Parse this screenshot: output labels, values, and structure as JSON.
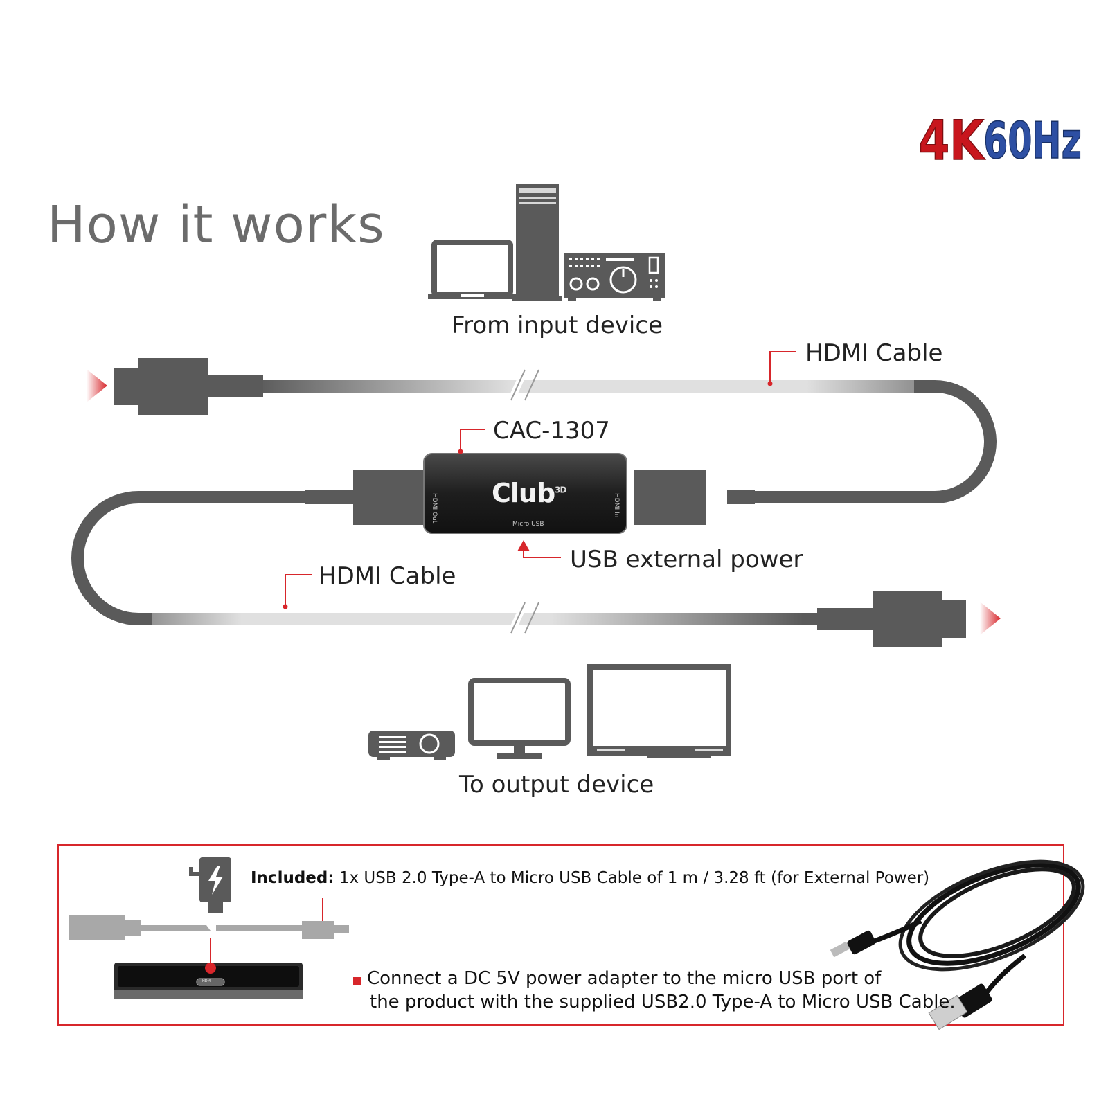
{
  "badge": {
    "left": "4K",
    "right": "60Hz"
  },
  "title": "How it works",
  "labels": {
    "input_device": "From input device",
    "output_device": "To output device",
    "hdmi_cable_top": "HDMI Cable",
    "hdmi_cable_bottom": "HDMI Cable",
    "product_model": "CAC-1307",
    "usb_power": "USB  external power"
  },
  "adapter": {
    "brand": "Club",
    "brand_sup": "3D",
    "port_left": "HDMI Out",
    "port_right": "HDMI In",
    "port_bottom": "Micro USB"
  },
  "included_box": {
    "included_label": "Included:",
    "included_text": "1x USB 2.0 Type-A to Micro USB Cable of 1 m / 3.28 ft (for External Power)",
    "instruction_line1": "Connect a DC 5V power adapter to the micro USB port of",
    "instruction_line2": "the product with the supplied USB2.0 Type-A to Micro USB Cable.",
    "mini_adapter_port": "HDMI"
  },
  "colors": {
    "accent_red": "#d7262b",
    "cable_gray": "#5a5a5a",
    "badge_red": "#c8161d",
    "badge_blue": "#2d4fa3"
  },
  "icons": {
    "input": [
      "laptop-icon",
      "desktop-tower-icon",
      "audio-receiver-icon"
    ],
    "output": [
      "projector-icon",
      "monitor-icon",
      "tv-icon"
    ],
    "power": "power-adapter-icon"
  }
}
